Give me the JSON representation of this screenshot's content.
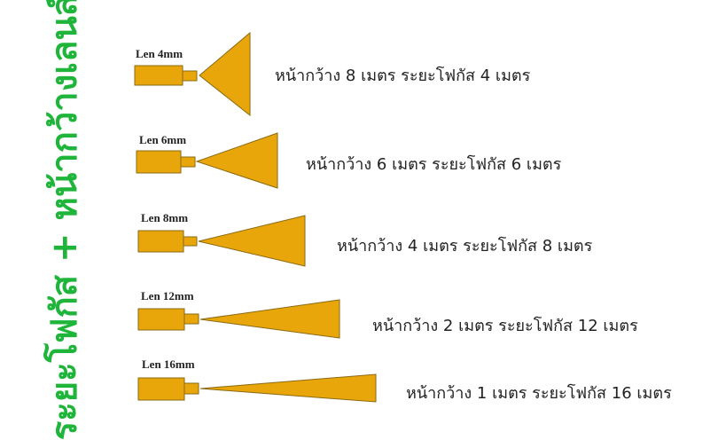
{
  "title": "ระยะโฟกัส + หน้ากว้างเลนส์",
  "colors": {
    "title": "#1fb53a",
    "shape_fill": "#e8a60a",
    "shape_stroke": "#8a6a14"
  },
  "rows": [
    {
      "lens": "Len 4mm",
      "caption": "หน้ากว้าง 8 เมตร ระยะโฟกัส 4 เมตร"
    },
    {
      "lens": "Len 6mm",
      "caption": "หน้ากว้าง 6 เมตร ระยะโฟกัส 6 เมตร"
    },
    {
      "lens": "Len 8mm",
      "caption": "หน้ากว้าง 4 เมตร ระยะโฟกัส 8 เมตร"
    },
    {
      "lens": "Len 12mm",
      "caption": "หน้ากว้าง 2 เมตร ระยะโฟกัส 12 เมตร"
    },
    {
      "lens": "Len 16mm",
      "caption": "หน้ากว้าง 1 เมตร ระยะโฟกัส 16 เมตร"
    }
  ]
}
